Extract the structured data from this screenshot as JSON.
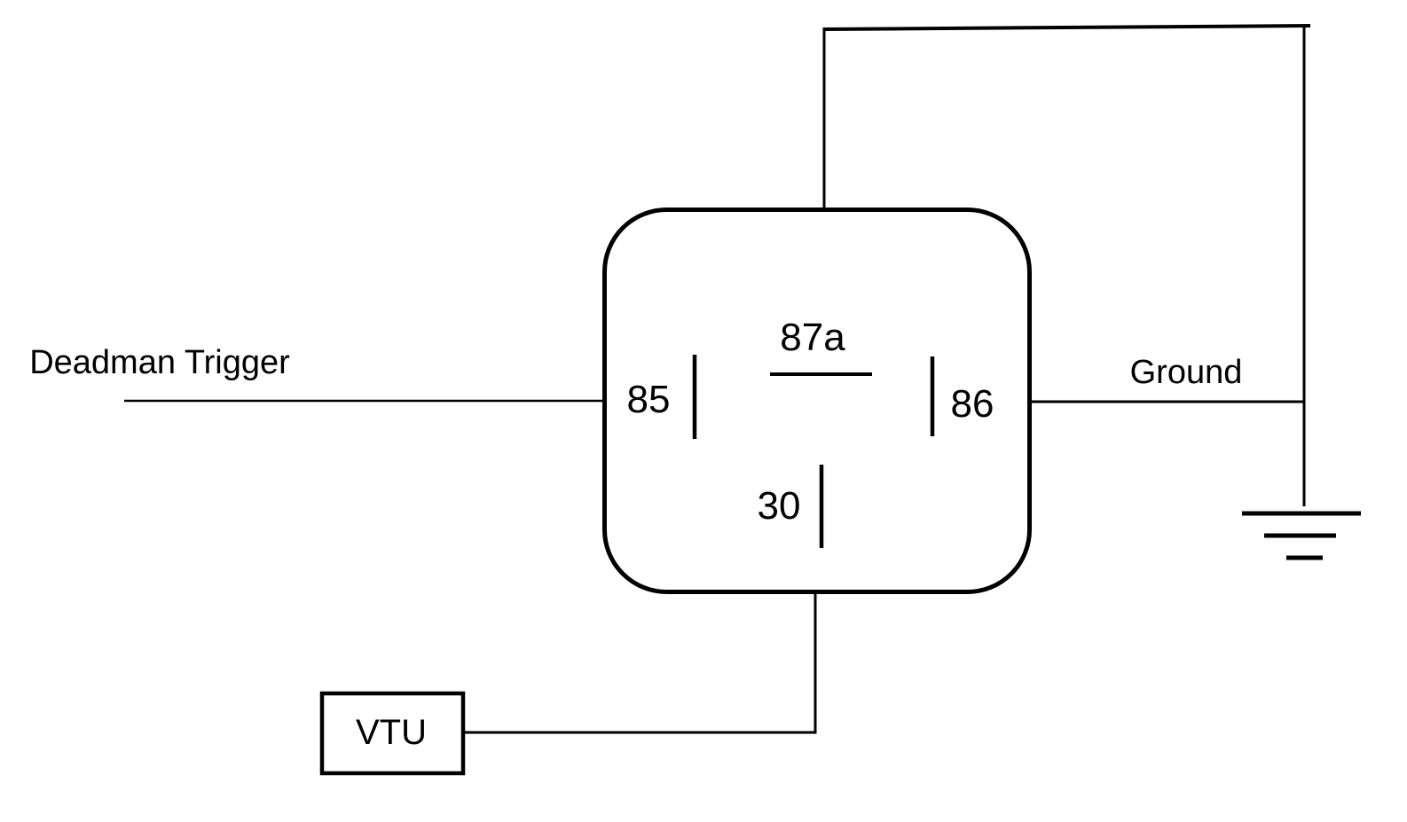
{
  "diagram": {
    "type": "relay-wiring-diagram",
    "colors": {
      "line": "#000000",
      "text": "#000000",
      "background": "#ffffff"
    },
    "relay": {
      "pin_85": "85",
      "pin_86": "86",
      "pin_87a": "87a",
      "pin_30": "30"
    },
    "labels": {
      "deadman_trigger": "Deadman Trigger",
      "ground": "Ground",
      "vtu": "VTU"
    },
    "symbols": {
      "ground_symbol": "earth-ground"
    }
  }
}
